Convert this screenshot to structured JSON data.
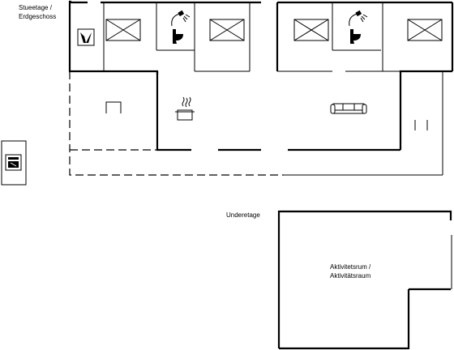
{
  "floors": {
    "ground_label_line1": "Stueetage /",
    "ground_label_line2": "Erdgeschoss",
    "lower_label": "Underetage"
  },
  "rooms": {
    "activity_line1": "Aktivitetsrum /",
    "activity_line2": "Aktivitätsraum"
  },
  "icons": [
    "sauna-icon",
    "shower-icon",
    "toilet-icon",
    "cooking-pot-icon",
    "sofa-icon",
    "stove-icon",
    "washing-machine-icon",
    "bed-icon"
  ]
}
